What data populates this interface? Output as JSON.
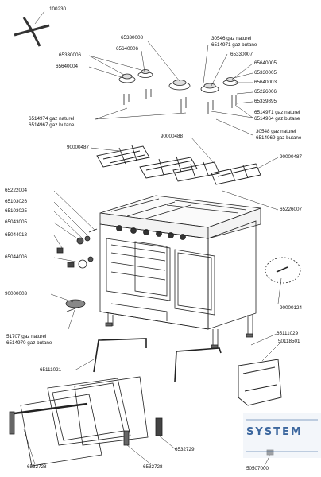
{
  "labels": {
    "p100230": "100230",
    "p65330008": "65330008",
    "p65640006": "65640006",
    "p65330006": "65330006",
    "p65640004": "65640004",
    "p30546": "30546 gaz naturel",
    "p6514971": "6514971 gaz butane",
    "p65330007": "65330007",
    "p65640005": "65640005",
    "p65330005": "65330005",
    "p65640003": "65640003",
    "p65226006": "65226006",
    "p65339895": "65339895",
    "p6514974": "6514974 gaz naturel",
    "p6514967": "6514967 gaz butane",
    "p6514971b": "6514971 gaz naturel",
    "p6514964": "6514964 gaz butane",
    "p30548": "30548 gaz naturel",
    "p6514969": "6514969 gaz butane",
    "p90000488": "90000488",
    "p90000487a": "90000487",
    "p90000487b": "90000487",
    "p65222004": "65222004",
    "p65103026": "65103026",
    "p65103025": "65103025",
    "p65043005": "65043005",
    "p65044018": "65044018",
    "p65044006": "65044006",
    "p65226007": "65226007",
    "p90000003": "90000003",
    "p90000124": "90000124",
    "p51707": "51707 gaz naturel",
    "p6514970": "6514970 gaz butane",
    "p65111029": "65111029",
    "p50118501": "50118501",
    "p65111021": "65111021",
    "p6532729": "6532729",
    "p6532728a": "6532728",
    "p6532728b": "6532728",
    "p50507000": "50507000"
  },
  "watermark": {
    "text": "SYSTEM",
    "color": "#1d4f8f"
  }
}
